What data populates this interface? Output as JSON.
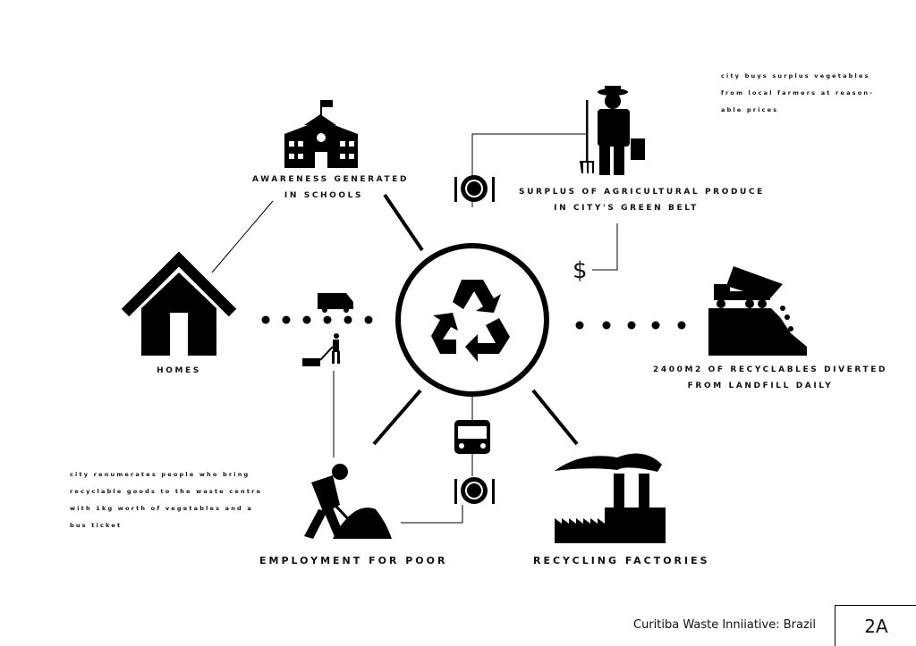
{
  "nodes": {
    "schools": "AWARENESS GENERATED\nIN SCHOOLS",
    "schools_line1": "AWARENESS GENERATED",
    "schools_line2": "IN SCHOOLS",
    "farm_line1": "SURPLUS OF AGRICULTURAL PRODUCE",
    "farm_line2": "IN CITY'S GREEN BELT",
    "homes": "HOMES",
    "landfill_line1": "2400M2 OF RECYCLABLES DIVERTED",
    "landfill_line2": "FROM LANDFILL DAILY",
    "employment": "EMPLOYMENT FOR POOR",
    "factories": "RECYCLING FACTORIES"
  },
  "notes": {
    "farm": [
      "city buys surplus vegetables",
      "from local farmers at reason-",
      "able prices"
    ],
    "employment": [
      "city renumerates people who bring",
      "recyclable goods to the waste centre",
      "with 1kg worth of vegetables and a",
      "bus ticket"
    ]
  },
  "currency_symbol": "$",
  "footer": {
    "title": "Curitiba Waste Inniiative: Brazil",
    "code": "2A"
  }
}
